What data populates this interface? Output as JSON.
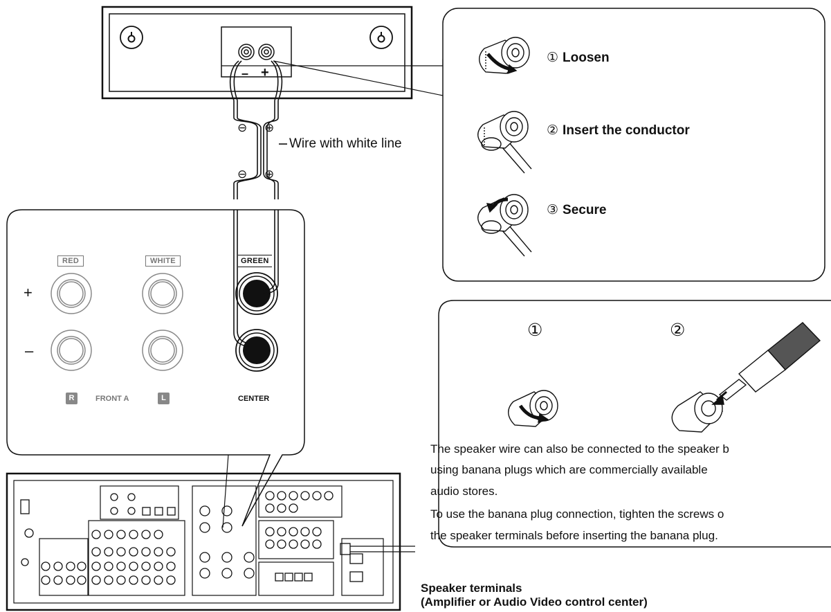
{
  "wire": {
    "label": "Wire with white line",
    "minus_symbol": "⊖",
    "plus_symbol": "⊕"
  },
  "speaker_rear": {
    "minus_label": "–",
    "plus_label": "+"
  },
  "steps": [
    {
      "num": "①",
      "label": "Loosen"
    },
    {
      "num": "②",
      "label": "Insert the conductor"
    },
    {
      "num": "③",
      "label": "Secure"
    }
  ],
  "terminal_panel": {
    "red": "RED",
    "white": "WHITE",
    "green": "GREEN",
    "plus": "+",
    "minus": "–",
    "r_badge": "R",
    "front_a": "FRONT A",
    "l_badge": "L",
    "center": "CENTER"
  },
  "banana": {
    "num1": "①",
    "num2": "②",
    "lines": [
      "The speaker wire can also be connected to the speaker b",
      "using banana plugs which are commercially available",
      "audio stores.",
      "To use the banana plug connection, tighten the screws o",
      "the speaker terminals before inserting the banana plug."
    ]
  },
  "caption": {
    "line1": "Speaker terminals",
    "line2": "(Amplifier or Audio Video control center)"
  }
}
